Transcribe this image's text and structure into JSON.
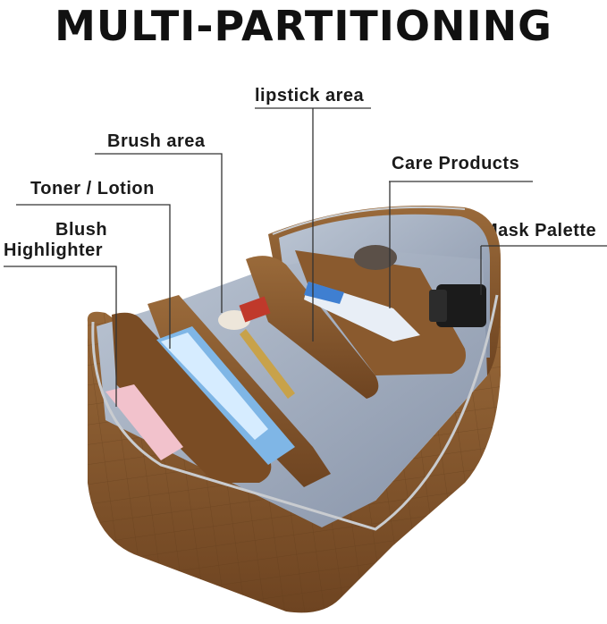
{
  "heading": "MULTI-PARTITIONING",
  "labels": {
    "lipstick": "lipstick area",
    "brush": "Brush area",
    "care": "Care Products",
    "toner": "Toner / Lotion",
    "mask": "Mask Palette",
    "blush_line1": "Blush",
    "blush_line2": "Highlighter"
  },
  "colors": {
    "leather": "#8a5a2e",
    "leather_dark": "#5e3a1a",
    "lining": "#a9b4c4",
    "lining_dark": "#7f8ba0",
    "zipper": "#c9ccd0",
    "leader_line": "#333333"
  }
}
